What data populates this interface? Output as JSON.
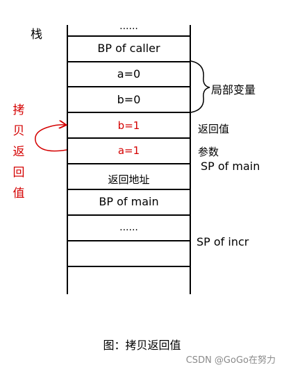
{
  "stack_label": "栈",
  "cells": {
    "top_dots": "......",
    "bp_caller": "BP of caller",
    "a_local": "a=0",
    "b_local": "b=0",
    "b_copy": "b=1",
    "a_copy": "a=1",
    "return_addr": "返回地址",
    "bp_main": "BP of main",
    "bottom_dots": "......"
  },
  "annotations": {
    "local_vars": "局部变量",
    "return_value": "返回值",
    "params": "参数",
    "sp_main": "SP of main",
    "sp_incr": "SP of incr",
    "copy_return": "拷贝返回值"
  },
  "caption": "图：拷贝返回值",
  "watermark": "CSDN @GoGo在努力",
  "colors": {
    "highlight": "#d40000",
    "line": "#000000",
    "watermark": "#8a8a8a"
  }
}
